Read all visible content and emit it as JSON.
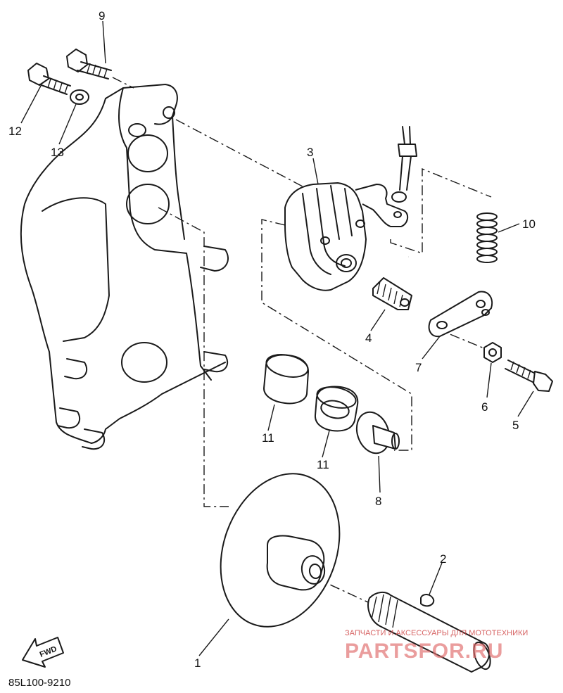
{
  "diagram": {
    "drawing_code": "85L100-9210",
    "fwd_label": "FWD",
    "part_labels": [
      {
        "id": "p1",
        "text": "1"
      },
      {
        "id": "p2",
        "text": "2"
      },
      {
        "id": "p3",
        "text": "3"
      },
      {
        "id": "p4",
        "text": "4"
      },
      {
        "id": "p5",
        "text": "5"
      },
      {
        "id": "p6",
        "text": "6"
      },
      {
        "id": "p7",
        "text": "7"
      },
      {
        "id": "p8",
        "text": "8"
      },
      {
        "id": "p9",
        "text": "9"
      },
      {
        "id": "p10",
        "text": "10"
      },
      {
        "id": "p11a",
        "text": "11"
      },
      {
        "id": "p11b",
        "text": "11"
      },
      {
        "id": "p12",
        "text": "12"
      },
      {
        "id": "p13",
        "text": "13"
      }
    ]
  },
  "watermark": {
    "tagline": "ЗАПЧАСТИ И АКСЕССУАРЫ ДЛЯ МОТОТЕХНИКИ",
    "brand": "PARTSFOR.RU",
    "color": "#e06a6a"
  }
}
